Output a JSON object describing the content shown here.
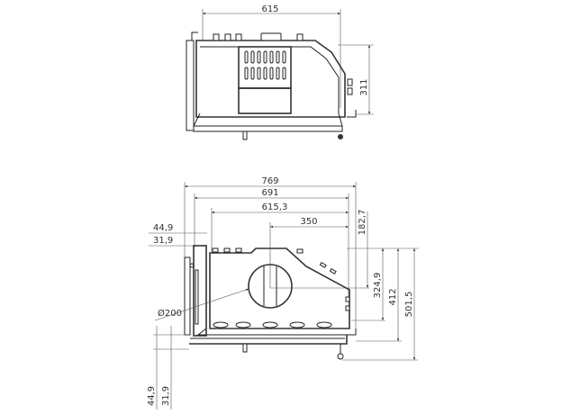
{
  "top_view": {
    "width_dim": "615",
    "height_dim": "311"
  },
  "front_view": {
    "overall_width_dim": "769",
    "width_691_dim": "691",
    "width_615_dim": "615,3",
    "flue_offset_dim": "350",
    "left_offset_outer_dim": "44,9",
    "left_offset_inner_dim": "31,9",
    "flue_height_dim": "182,7",
    "flue_center_dim": "324,9",
    "body_height_dim": "412",
    "overall_height_dim": "501,5",
    "flue_diameter_dim": "Ø200",
    "bottom_offset_outer_dim": "44,9",
    "bottom_offset_inner_dim": "31,9"
  }
}
